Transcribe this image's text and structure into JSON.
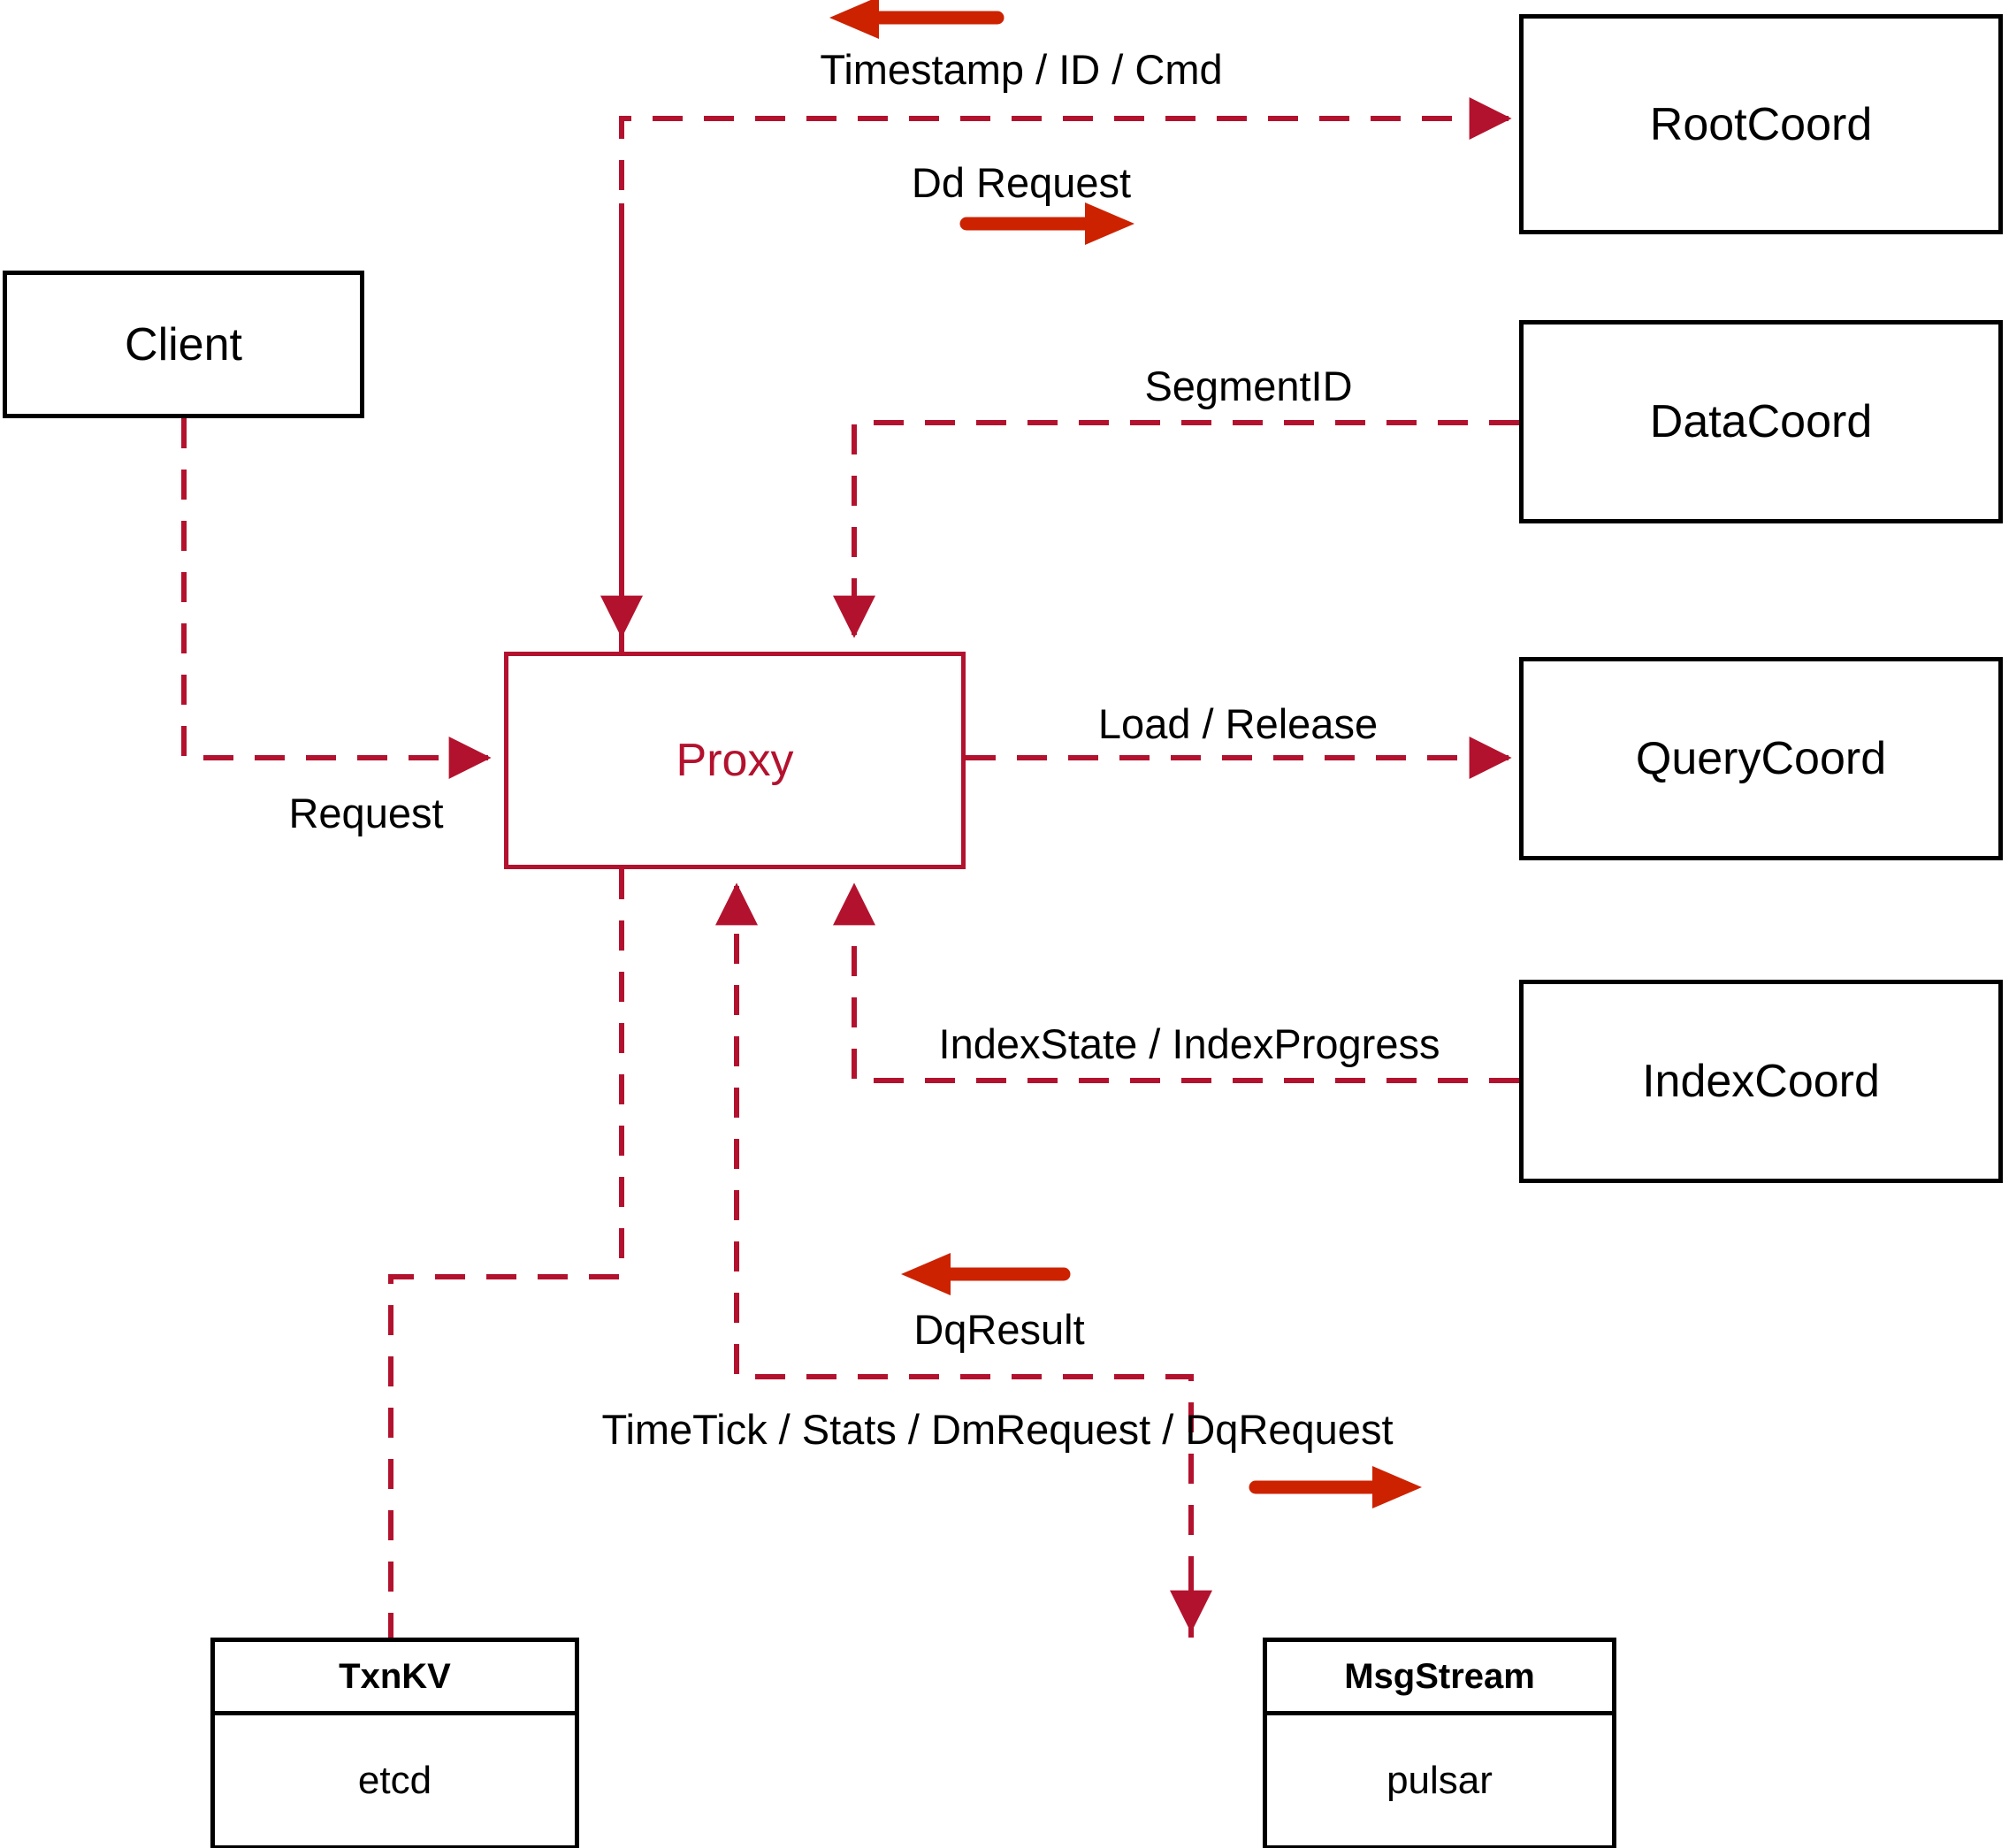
{
  "diagram": {
    "title": "Milvus Proxy component interaction diagram",
    "colors": {
      "dashed_red": "#B3122E",
      "solid_red_arrow": "#CC2200",
      "box_black": "#000000",
      "background": "#FFFFFF"
    },
    "nodes": {
      "client": {
        "label": "Client"
      },
      "proxy": {
        "label": "Proxy"
      },
      "root_coord": {
        "label": "RootCoord"
      },
      "data_coord": {
        "label": "DataCoord"
      },
      "query_coord": {
        "label": "QueryCoord"
      },
      "index_coord": {
        "label": "IndexCoord"
      },
      "txnkv": {
        "header": "TxnKV",
        "body": "etcd"
      },
      "msgstream": {
        "header": "MsgStream",
        "body": "pulsar"
      }
    },
    "edge_labels": {
      "timestamp_id_cmd": "Timestamp / ID / Cmd",
      "dd_request": "Dd Request",
      "segment_id": "SegmentID",
      "request": "Request",
      "load_release": "Load / Release",
      "index_state_progress": "IndexState / IndexProgress",
      "dq_result": "DqResult",
      "timetick_stats_dm_dq": "TimeTick / Stats / DmRequest / DqRequest"
    }
  }
}
